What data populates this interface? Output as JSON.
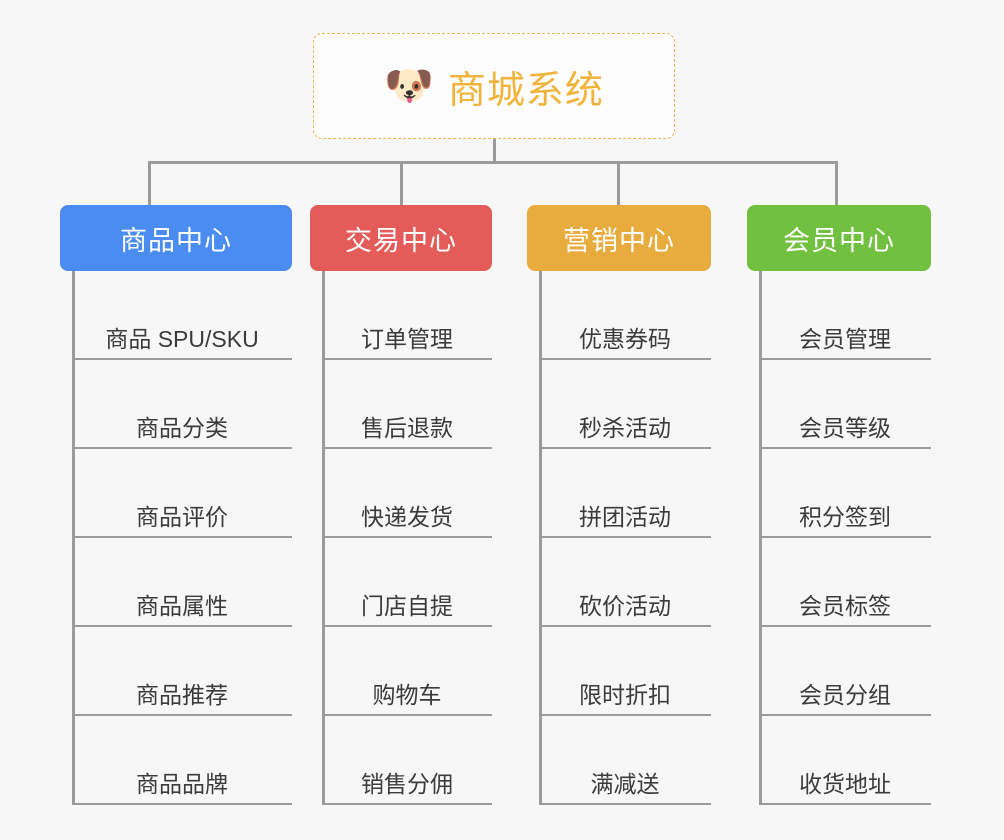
{
  "root": {
    "icon": "shiba-dog-face-icon",
    "icon_glyph": "🐶",
    "title": "商城系统",
    "title_color": "#f0b43c",
    "border_color": "#e9b757"
  },
  "canvas": {
    "background": "#f7f7f7",
    "connector_color": "#9b9b9b",
    "leaf_text_color": "#3b3b3b"
  },
  "branches": [
    {
      "title": "商品中心",
      "color": "#4a8cf0",
      "items": [
        "商品 SPU/SKU",
        "商品分类",
        "商品评价",
        "商品属性",
        "商品推荐",
        "商品品牌"
      ]
    },
    {
      "title": "交易中心",
      "color": "#e45c5a",
      "items": [
        "订单管理",
        "售后退款",
        "快递发货",
        "门店自提",
        "购物车",
        "销售分佣"
      ]
    },
    {
      "title": "营销中心",
      "color": "#e8ac3e",
      "items": [
        "优惠券码",
        "秒杀活动",
        "拼团活动",
        "砍价活动",
        "限时折扣",
        "满减送"
      ]
    },
    {
      "title": "会员中心",
      "color": "#72c040",
      "items": [
        "会员管理",
        "会员等级",
        "积分签到",
        "会员标签",
        "会员分组",
        "收货地址"
      ]
    }
  ]
}
